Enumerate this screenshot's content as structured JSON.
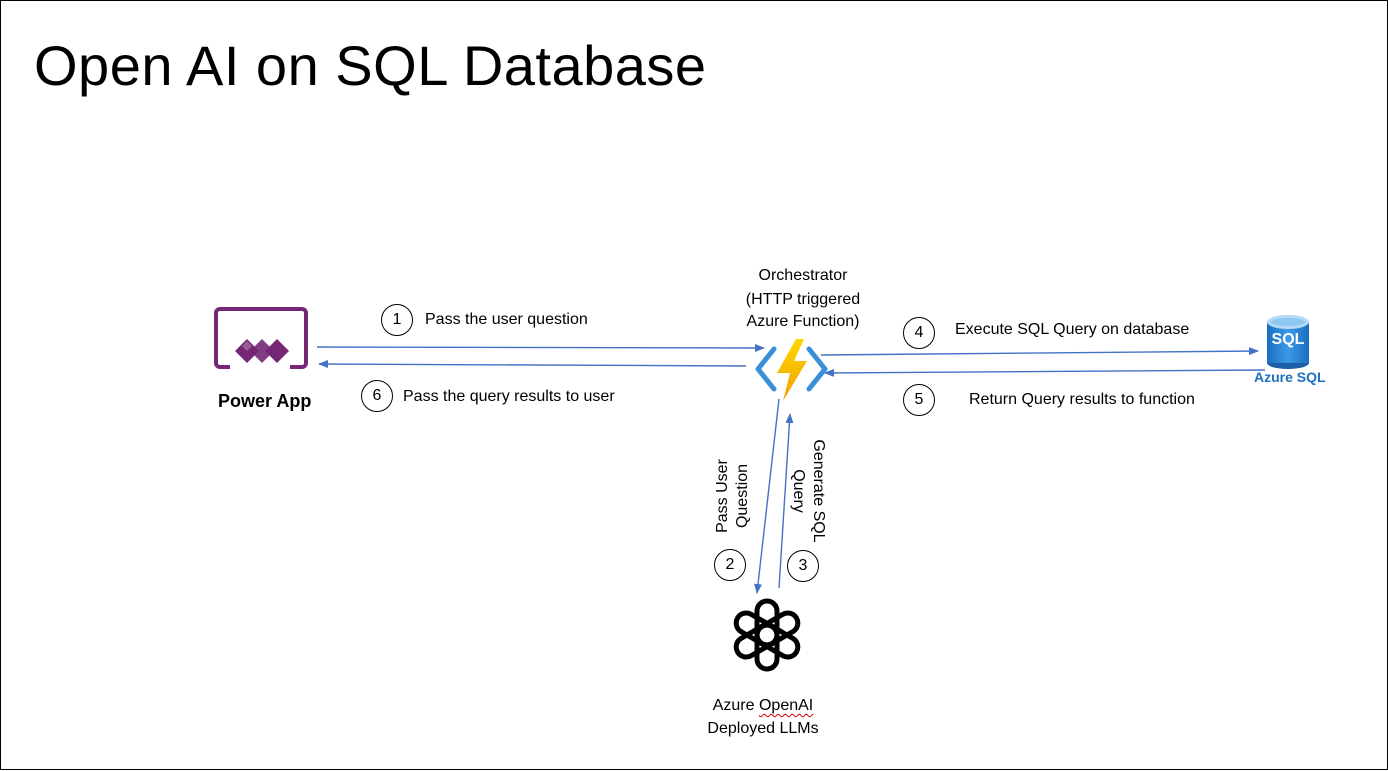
{
  "slide": {
    "title": "Open AI on SQL Database"
  },
  "nodes": {
    "power_app": {
      "label": "Power App",
      "icon": "power-apps-icon",
      "color": "#742774"
    },
    "orchestrator": {
      "line1": "Orchestrator",
      "line2": "(HTTP triggered",
      "line3": "Azure Function)",
      "icon": "azure-function-icon"
    },
    "azure_sql": {
      "icon_text": "SQL",
      "label": "Azure SQL",
      "color": "#1f6fbf"
    },
    "openai": {
      "line1_a": "Azure ",
      "line1_b": "OpenAI",
      "line2": "Deployed LLMs",
      "icon": "openai-icon"
    }
  },
  "steps": [
    {
      "num": "1",
      "label": "Pass the user question"
    },
    {
      "num": "2",
      "label_line1": "Pass User",
      "label_line2": "Question"
    },
    {
      "num": "3",
      "label_line1": "Generate  SQL",
      "label_line2": "Query"
    },
    {
      "num": "4",
      "label": "Execute SQL Query on database"
    },
    {
      "num": "5",
      "label": "Return Query results to function"
    },
    {
      "num": "6",
      "label": "Pass the query results to user"
    }
  ],
  "colors": {
    "arrow": "#4472c4"
  }
}
